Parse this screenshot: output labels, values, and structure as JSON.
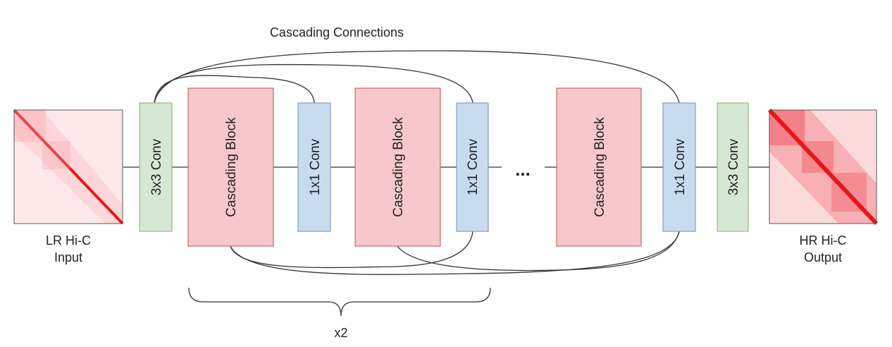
{
  "diagram": {
    "title": "Cascading Connections",
    "input": {
      "line1": "LR Hi-C",
      "line2": "Input"
    },
    "output": {
      "line1": "HR Hi-C",
      "line2": "Output"
    },
    "blocks": {
      "conv3_first": "3x3 Conv",
      "cascade_1": "Cascading Block",
      "conv1_1": "1x1 Conv",
      "cascade_2": "Cascading Block",
      "conv1_2": "1x1 Conv",
      "ellipsis": "...",
      "cascade_3": "Cascading Block",
      "conv1_3": "1x1 Conv",
      "conv3_last": "3x3 Conv"
    },
    "repeat_label": "x2",
    "colors": {
      "green_fill": "#d5e8d4",
      "green_stroke": "#82b366",
      "pink_fill": "#f8c7cb",
      "pink_stroke": "#b85450",
      "blue_fill": "#c9dcef",
      "blue_stroke": "#6c8ebf",
      "heatmap_red": "#e8161b",
      "line": "#333333"
    }
  }
}
